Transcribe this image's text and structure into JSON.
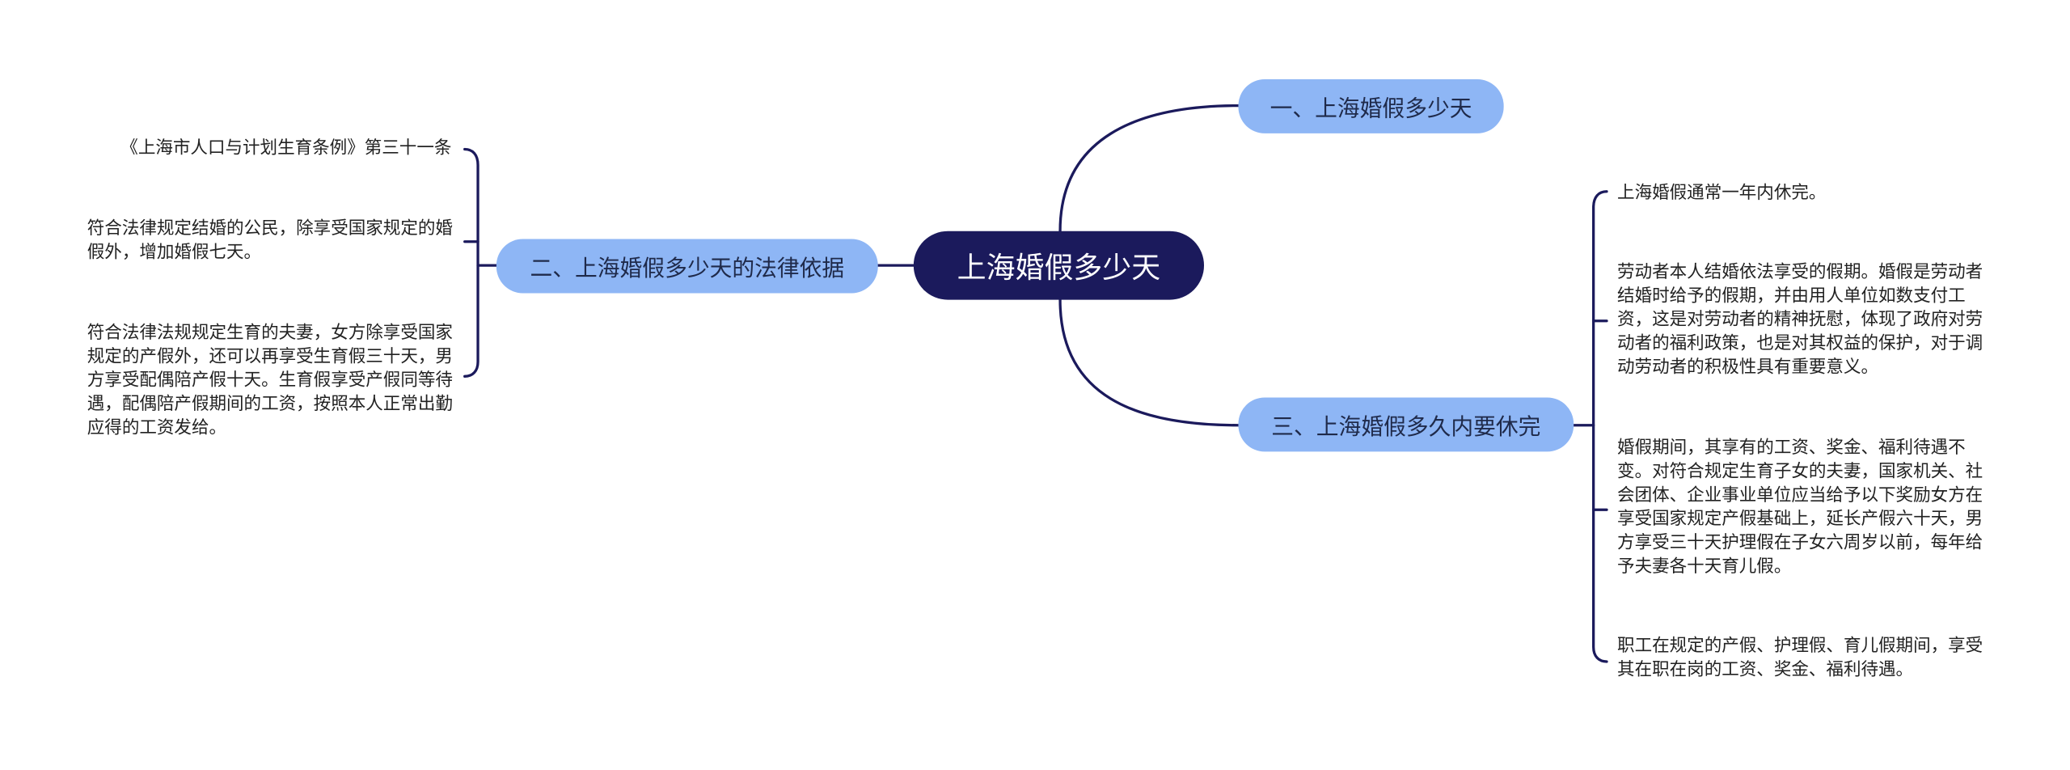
{
  "colors": {
    "root_bg": "#1b1a5c",
    "branch_bg": "#8eb6f5",
    "line": "#1b1a5c",
    "text": "#222222"
  },
  "root": {
    "label": "上海婚假多少天"
  },
  "branches": [
    {
      "label": "一、上海婚假多少天",
      "leaves": []
    },
    {
      "label": "二、上海婚假多少天的法律依据",
      "leaves": [
        "《上海市人口与计划生育条例》第三十一条",
        "符合法律规定结婚的公民，除享受国家规定的婚假外，增加婚假七天。",
        "符合法律法规规定生育的夫妻，女方除享受国家规定的产假外，还可以再享受生育假三十天，男方享受配偶陪产假十天。生育假享受产假同等待遇，配偶陪产假期间的工资，按照本人正常出勤应得的工资发给。"
      ]
    },
    {
      "label": "三、上海婚假多久内要休完",
      "leaves": [
        "上海婚假通常一年内休完。",
        "劳动者本人结婚依法享受的假期。婚假是劳动者结婚时给予的假期，并由用人单位如数支付工资，这是对劳动者的精神抚慰，体现了政府对劳动者的福利政策，也是对其权益的保护，对于调动劳动者的积极性具有重要意义。",
        "婚假期间，其享有的工资、奖金、福利待遇不变。对符合规定生育子女的夫妻，国家机关、社会团体、企业事业单位应当给予以下奖励女方在享受国家规定产假基础上，延长产假六十天，男方享受三十天护理假在子女六周岁以前，每年给予夫妻各十天育儿假。",
        "职工在规定的产假、护理假、育儿假期间，享受其在职在岗的工资、奖金、福利待遇。"
      ]
    }
  ]
}
